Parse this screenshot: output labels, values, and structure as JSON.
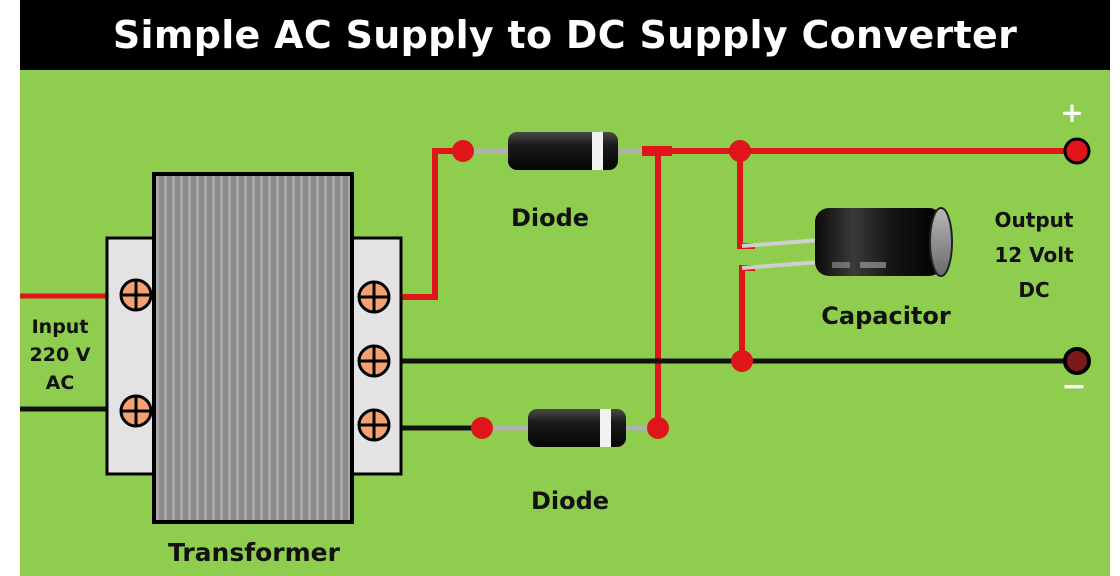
{
  "title": "Simple AC Supply to DC Supply Converter",
  "labels": {
    "input": [
      "Input",
      "220 V",
      "AC"
    ],
    "transformer": "Transformer",
    "diode_top": "Diode",
    "diode_bottom": "Diode",
    "capacitor": "Capacitor",
    "output": [
      "Output",
      "12 Volt",
      "DC"
    ],
    "plus": "+",
    "minus": "−"
  },
  "colors": {
    "background": "#8fcd4f",
    "title_bar": "#000000",
    "wire_positive": "#e0141b",
    "wire_negative": "#111111",
    "node": "#e0141b"
  }
}
